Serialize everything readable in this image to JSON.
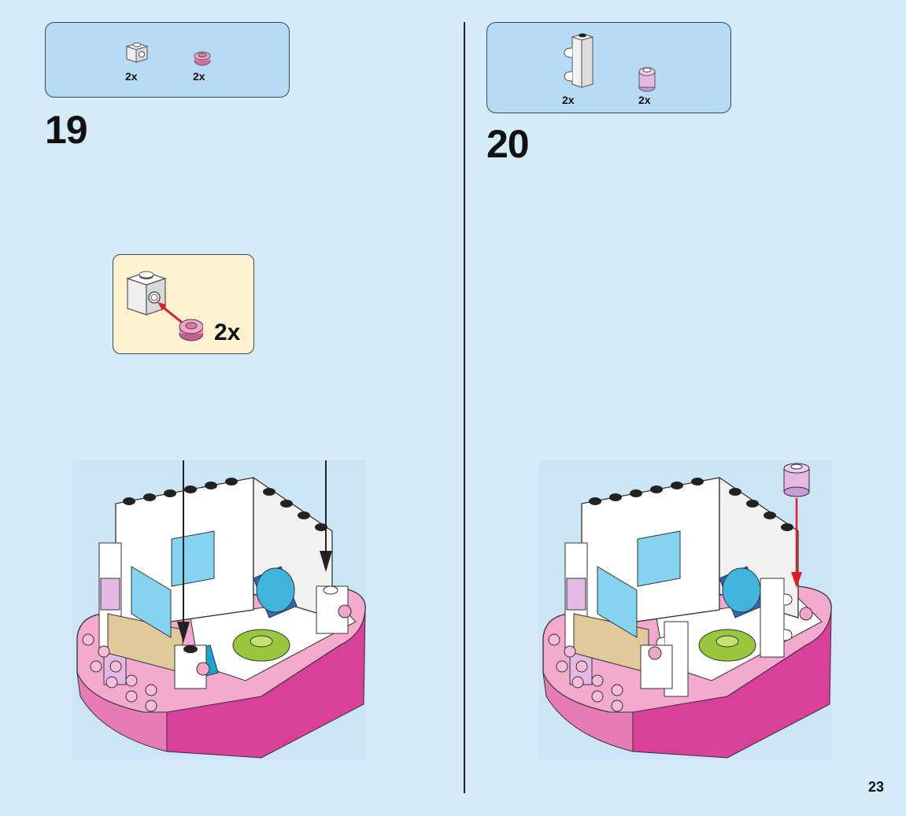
{
  "page": {
    "number": "23"
  },
  "steps": [
    {
      "number": "19",
      "parts": [
        {
          "icon": "white-brick-1x1-stud-side-icon",
          "qty": "2x"
        },
        {
          "icon": "pink-round-plate-1x1-icon",
          "qty": "2x"
        }
      ],
      "callout": {
        "qty": "2x"
      }
    },
    {
      "number": "20",
      "parts": [
        {
          "icon": "white-brick-1x1x3-clips-icon",
          "qty": "2x"
        },
        {
          "icon": "lavender-round-brick-1x1-icon",
          "qty": "2x"
        }
      ]
    }
  ],
  "colors": {
    "background": "#d4ebf9",
    "parts_box": "#b7daf5",
    "callout": "#fdf1cf",
    "arrow_red": "#e31b23",
    "pink": "#f4a9cf",
    "magenta": "#d8409a",
    "lavender": "#e5b8e4"
  }
}
